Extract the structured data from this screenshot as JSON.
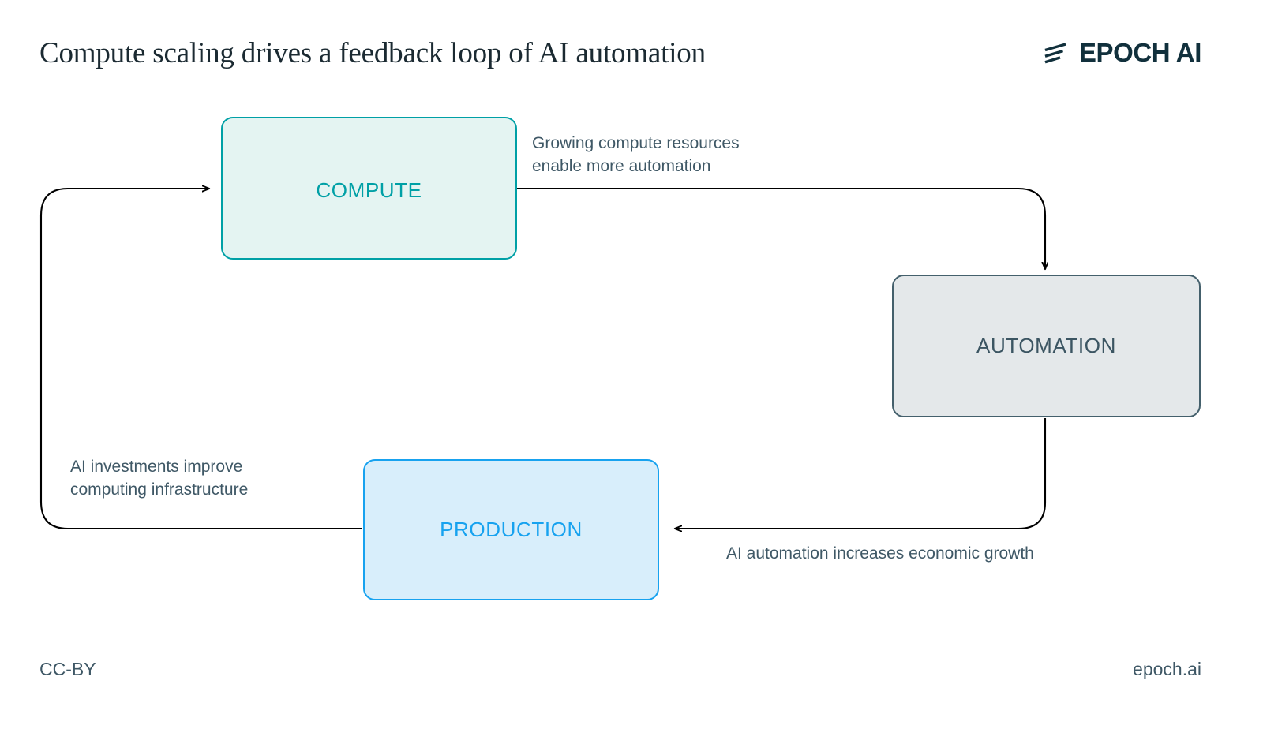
{
  "header": {
    "title": "Compute scaling drives a feedback loop of AI automation",
    "brand": "EPOCH AI"
  },
  "diagram": {
    "type": "cycle-flowchart",
    "nodes": [
      {
        "id": "compute",
        "label": "COMPUTE",
        "fill": "#e4f4f2",
        "border": "#00a0a6",
        "text_color": "#00a0a6"
      },
      {
        "id": "automation",
        "label": "AUTOMATION",
        "fill": "#e4e8ea",
        "border": "#44606c",
        "text_color": "#3b5562"
      },
      {
        "id": "production",
        "label": "PRODUCTION",
        "fill": "#d8eefb",
        "border": "#17a2ef",
        "text_color": "#17a2ef"
      }
    ],
    "edges": [
      {
        "from": "compute",
        "to": "automation",
        "label": "Growing compute resources\nenable more automation"
      },
      {
        "from": "automation",
        "to": "production",
        "label": "AI automation increases economic growth"
      },
      {
        "from": "production",
        "to": "compute",
        "label": "AI investments improve\ncomputing infrastructure"
      }
    ],
    "arrow_color": "#000000"
  },
  "footer": {
    "license": "CC-BY",
    "site": "epoch.ai"
  }
}
